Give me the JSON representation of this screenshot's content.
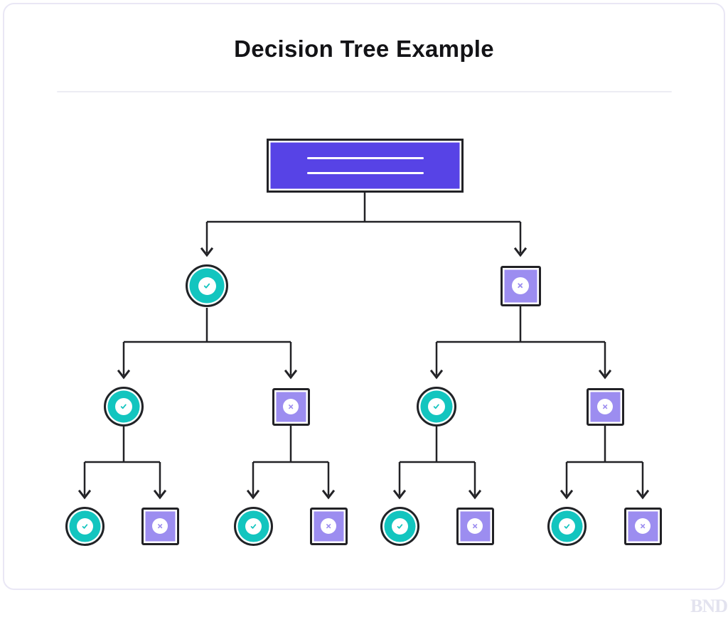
{
  "page": {
    "title": "Decision Tree Example",
    "watermark": "BND"
  },
  "palette": {
    "root_fill": "#5743e6",
    "yes_fill": "#13c5bf",
    "no_fill": "#9c8df0",
    "outline": "#222226",
    "card_border": "#e9e7f5",
    "divider": "#ececf3",
    "watermark": "#e3e3ef"
  },
  "diagram": {
    "type": "decision-tree",
    "root": {
      "id": "root",
      "shape": "rectangle",
      "text_lines": 2
    },
    "nodes": [
      {
        "id": "l1-yes",
        "kind": "yes",
        "icon": "check-icon",
        "level": 1
      },
      {
        "id": "l1-no",
        "kind": "no",
        "icon": "x-icon",
        "level": 1
      },
      {
        "id": "l2-yes-1",
        "kind": "yes",
        "icon": "check-icon",
        "level": 2
      },
      {
        "id": "l2-no-1",
        "kind": "no",
        "icon": "x-icon",
        "level": 2
      },
      {
        "id": "l2-yes-2",
        "kind": "yes",
        "icon": "check-icon",
        "level": 2
      },
      {
        "id": "l2-no-2",
        "kind": "no",
        "icon": "x-icon",
        "level": 2
      },
      {
        "id": "l3-yes-1",
        "kind": "yes",
        "icon": "check-icon",
        "level": 3
      },
      {
        "id": "l3-no-1",
        "kind": "no",
        "icon": "x-icon",
        "level": 3
      },
      {
        "id": "l3-yes-2",
        "kind": "yes",
        "icon": "check-icon",
        "level": 3
      },
      {
        "id": "l3-no-2",
        "kind": "no",
        "icon": "x-icon",
        "level": 3
      },
      {
        "id": "l3-yes-3",
        "kind": "yes",
        "icon": "check-icon",
        "level": 3
      },
      {
        "id": "l3-no-3",
        "kind": "no",
        "icon": "x-icon",
        "level": 3
      },
      {
        "id": "l3-yes-4",
        "kind": "yes",
        "icon": "check-icon",
        "level": 3
      },
      {
        "id": "l3-no-4",
        "kind": "no",
        "icon": "x-icon",
        "level": 3
      }
    ],
    "edges": [
      [
        "root",
        "l1-yes"
      ],
      [
        "root",
        "l1-no"
      ],
      [
        "l1-yes",
        "l2-yes-1"
      ],
      [
        "l1-yes",
        "l2-no-1"
      ],
      [
        "l1-no",
        "l2-yes-2"
      ],
      [
        "l1-no",
        "l2-no-2"
      ],
      [
        "l2-yes-1",
        "l3-yes-1"
      ],
      [
        "l2-yes-1",
        "l3-no-1"
      ],
      [
        "l2-no-1",
        "l3-yes-2"
      ],
      [
        "l2-no-1",
        "l3-no-2"
      ],
      [
        "l2-yes-2",
        "l3-yes-3"
      ],
      [
        "l2-yes-2",
        "l3-no-3"
      ],
      [
        "l2-no-2",
        "l3-yes-4"
      ],
      [
        "l2-no-2",
        "l3-no-4"
      ]
    ]
  }
}
